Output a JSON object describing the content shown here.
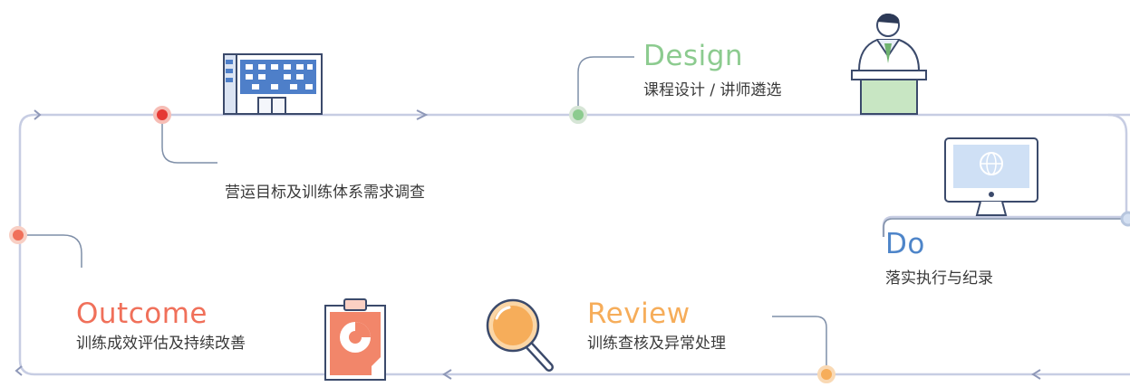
{
  "stages": {
    "survey": {
      "subtitle": "营运目标及训练体系需求调查"
    },
    "design": {
      "title": "Design",
      "subtitle": "课程设计 / 讲师遴选"
    },
    "do": {
      "title": "Do",
      "subtitle": "落实执行与纪录"
    },
    "review": {
      "title": "Review",
      "subtitle": "训练查核及异常处理"
    },
    "outcome": {
      "title": "Outcome",
      "subtitle": "训练成效评估及持续改善"
    }
  },
  "colors": {
    "loop_line": "#c7cde3",
    "design": "#8ccb8f",
    "do": "#4e85c9",
    "review": "#f6ad5a",
    "outcome": "#f0705a",
    "survey_dot": "#e53935",
    "connector": "#7f8fa8"
  },
  "icons": [
    "building-icon",
    "presenter-podium-icon",
    "monitor-globe-icon",
    "magnifier-icon",
    "clipboard-chart-icon"
  ]
}
